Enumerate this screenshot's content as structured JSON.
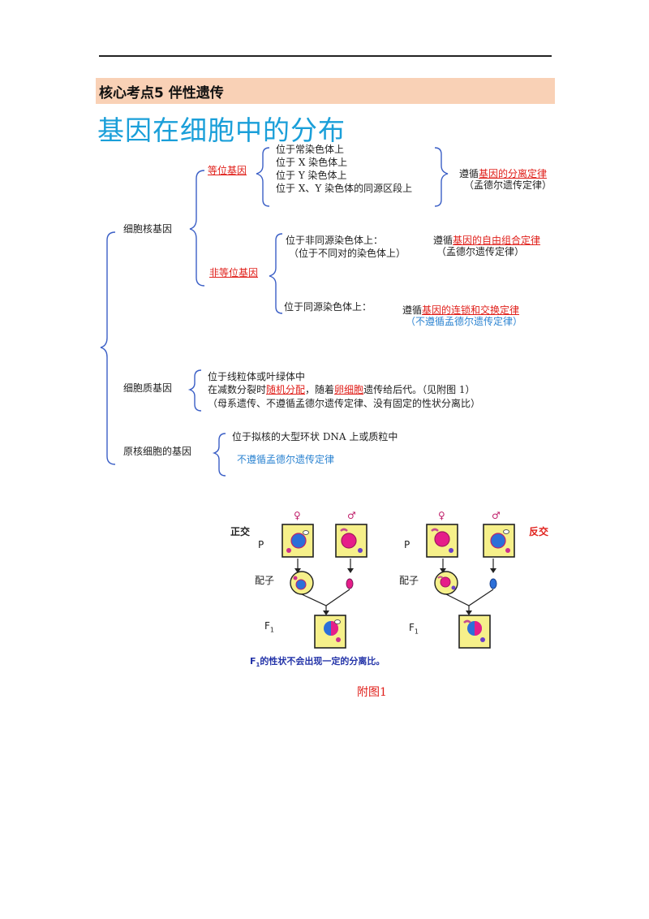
{
  "header": {
    "section_label": "核心考点5  伴性遗传",
    "title": "基因在细胞中的分布"
  },
  "tree": {
    "nuclear": {
      "label": "细胞核基因",
      "allelic": {
        "label": "等位基因",
        "lines": [
          "位于常染色体上",
          "位于 X 染色体上",
          "位于 Y 染色体上",
          "位于 X、Y 染色体的同源区段上"
        ],
        "rule_prefix": "遵循",
        "rule_emph": "基因的分离定律",
        "rule_note": "（孟德尔遗传定律）"
      },
      "nonallelic": {
        "label": "非等位基因",
        "a_line1": "位于非同源染色体上：",
        "a_line2": "（位于不同对的染色体上）",
        "a_rule_prefix": "遵循",
        "a_rule_emph": "基因的自由组合定律",
        "a_rule_note": "（孟德尔遗传定律）",
        "b_line1": "位于同源染色体上：",
        "b_rule_prefix": "遵循",
        "b_rule_emph": "基因的连锁和交换定律",
        "b_rule_note": "（不遵循孟德尔遗传定律）"
      }
    },
    "cytoplasmic": {
      "label": "细胞质基因",
      "line1": "位于线粒体或叶绿体中",
      "line2_a": "在减数分裂时",
      "line2_b": "随机分配",
      "line2_c": "，随着",
      "line2_d": "卵细胞",
      "line2_e": "遗传给后代。（见附图 1）",
      "line3": "（母系遗传、不遵循孟德尔遗传定律、没有固定的性状分离比）"
    },
    "prokaryotic": {
      "label": "原核细胞的基因",
      "line1": "位于拟核的大型环状 DNA 上或质粒中",
      "line2": "不遵循孟德尔遗传定律"
    }
  },
  "figure": {
    "left_cross": "正交",
    "right_cross": "反交",
    "female_symbol": "♀",
    "male_symbol": "♂",
    "p_label": "P",
    "gamete_label": "配子",
    "f1_label": "F",
    "f1_sub": "1",
    "caption_f": "F",
    "caption_sub": "1",
    "caption_rest": "的性状不会出现一定的分离比。",
    "title": "附图1"
  },
  "colors": {
    "title_blue": "#1a9fd9",
    "section_bar": "#f9d1b6",
    "bracket_blue": "#3b5fc6",
    "emphasis_red": "#e0201b",
    "note_blue": "#2b83d1",
    "cell_yellow": "#f6f08a"
  }
}
